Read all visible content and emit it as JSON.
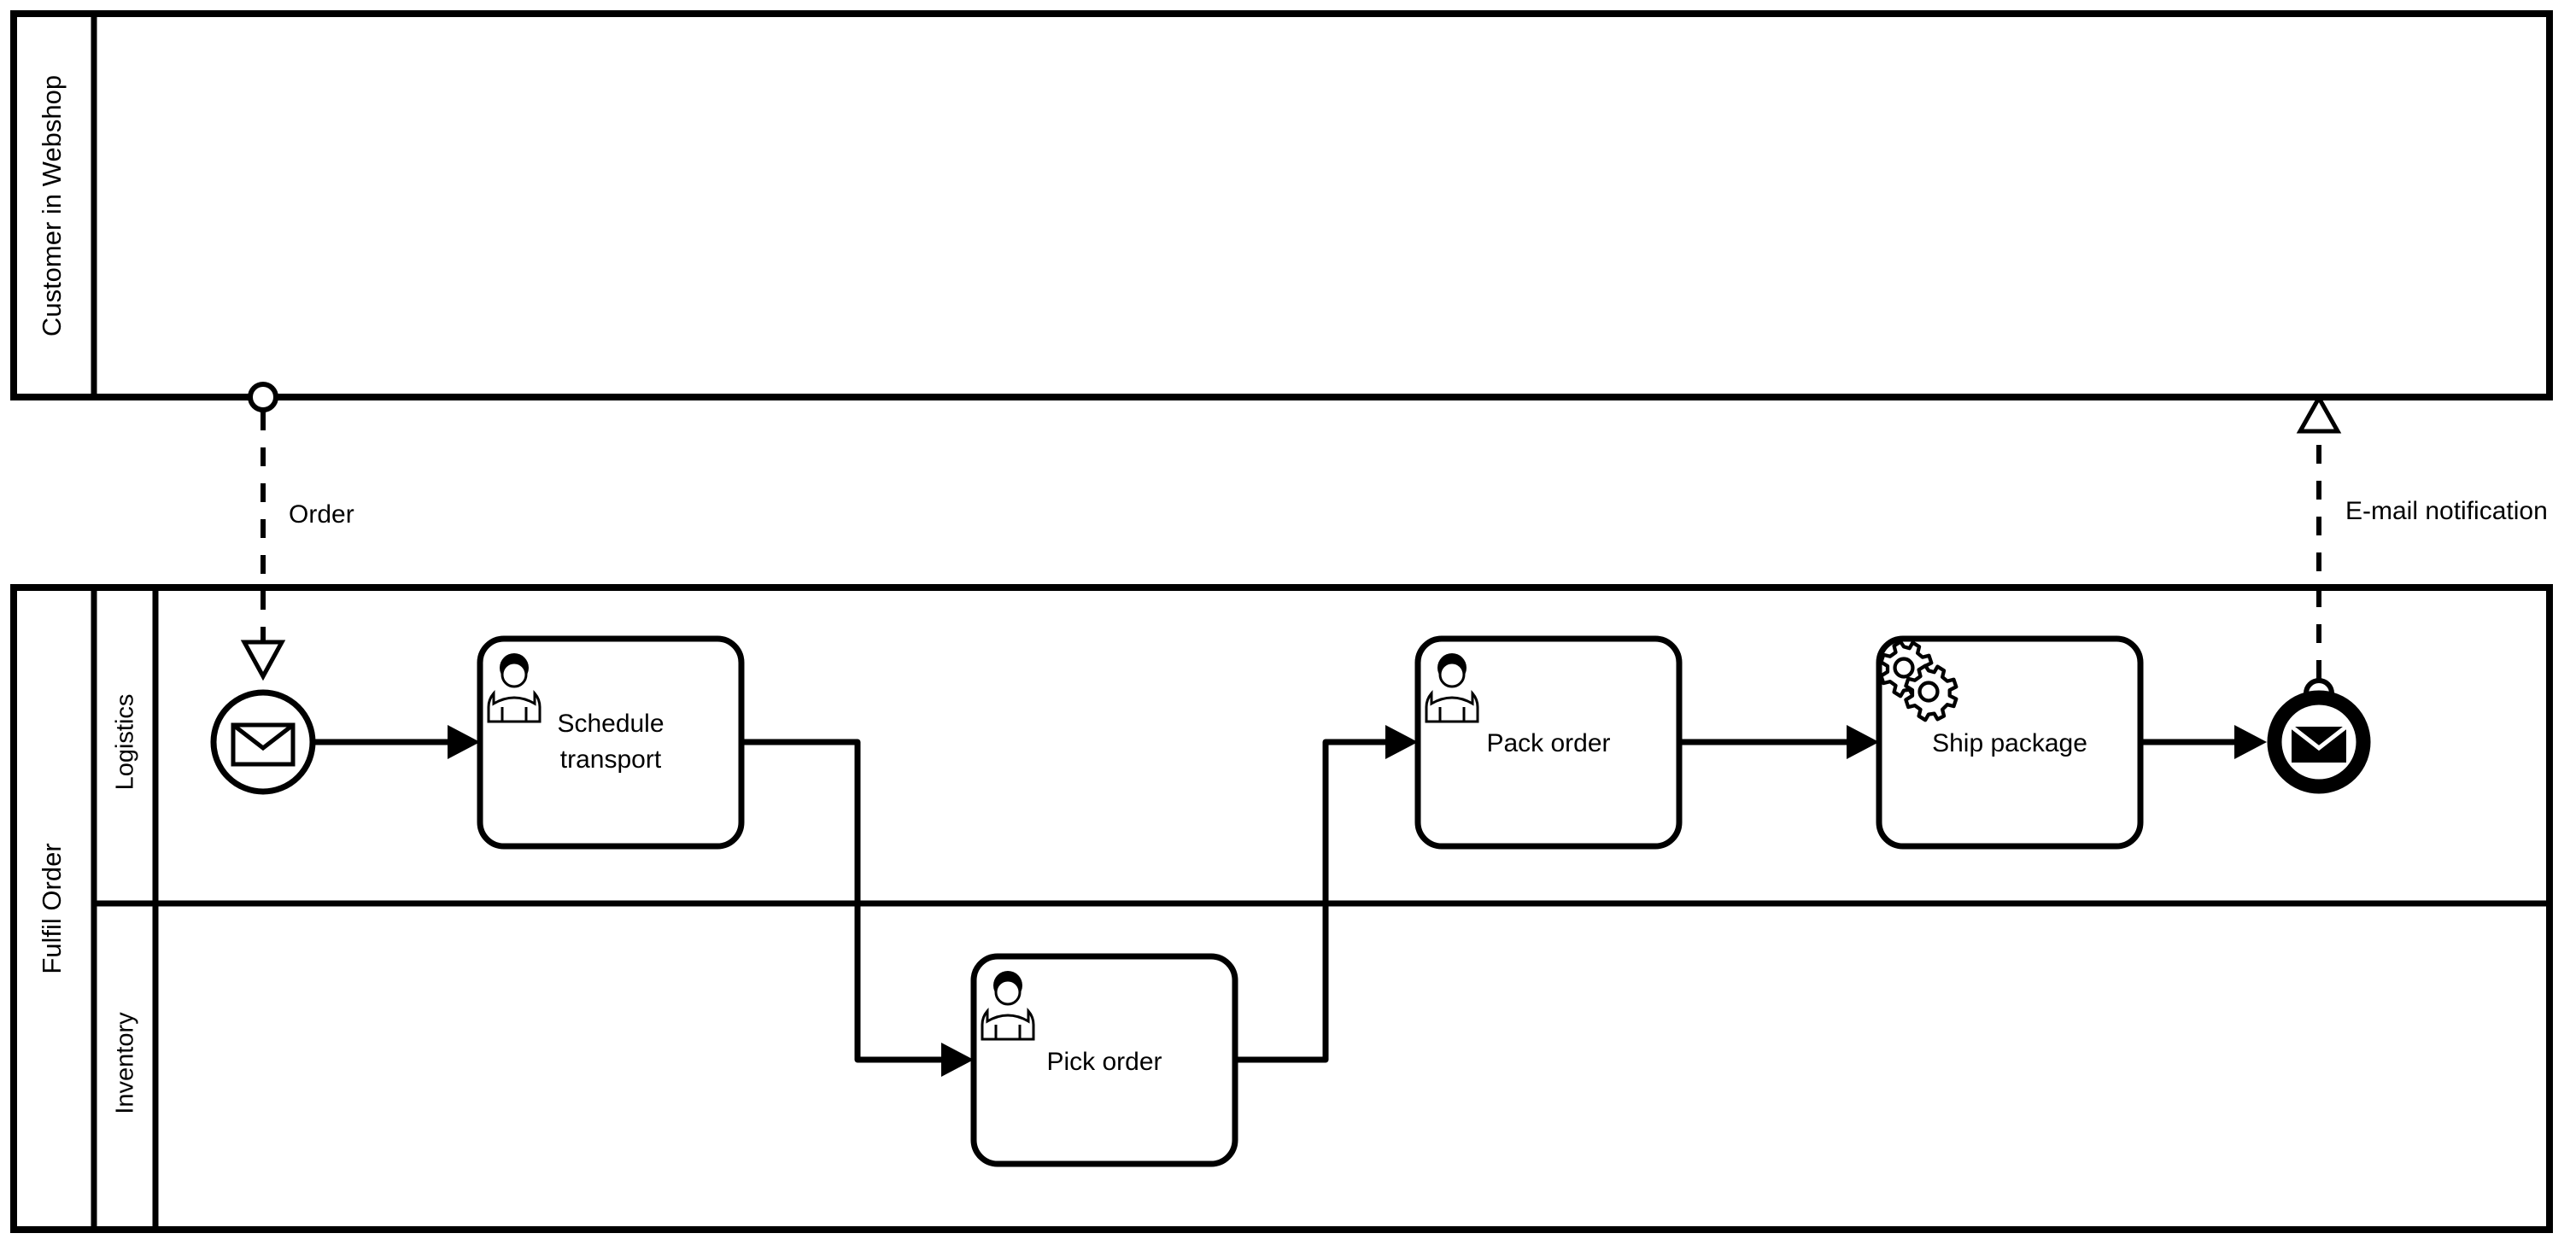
{
  "diagram": {
    "type": "bpmn-collaboration-diagram",
    "title": "Fulfil Order"
  },
  "pools": [
    {
      "id": "customer",
      "label": "Customer in Webshop",
      "lanes": []
    },
    {
      "id": "fulfil-order",
      "label": "Fulfil Order",
      "lanes": [
        {
          "id": "logistics",
          "label": "Logistics"
        },
        {
          "id": "inventory",
          "label": "Inventory"
        }
      ]
    }
  ],
  "events": [
    {
      "id": "start-order-received",
      "kind": "message-start-event",
      "icon": "envelope-outline-icon",
      "lane": "logistics",
      "label": ""
    },
    {
      "id": "end-order-shipped",
      "kind": "message-end-event",
      "icon": "envelope-filled-icon",
      "lane": "logistics",
      "label": ""
    }
  ],
  "tasks": [
    {
      "id": "schedule-transport",
      "label": "Schedule transport",
      "line1": "Schedule",
      "line2": "transport",
      "type": "user-task",
      "icon": "user-icon",
      "lane": "logistics"
    },
    {
      "id": "pick-order",
      "label": "Pick order",
      "line1": "Pick order",
      "line2": "",
      "type": "user-task",
      "icon": "user-icon",
      "lane": "inventory"
    },
    {
      "id": "pack-order",
      "label": "Pack order",
      "line1": "Pack order",
      "line2": "",
      "type": "user-task",
      "icon": "user-icon",
      "lane": "logistics"
    },
    {
      "id": "ship-package",
      "label": "Ship package",
      "line1": "Ship package",
      "line2": "",
      "type": "service-task",
      "icon": "gears-icon",
      "lane": "logistics"
    }
  ],
  "message_flows": [
    {
      "id": "order-message",
      "label": "Order",
      "from": "customer",
      "to": "start-order-received",
      "direction": "down"
    },
    {
      "id": "email-notification-message",
      "label": "E-mail notification",
      "from": "end-order-shipped",
      "to": "customer",
      "direction": "up"
    }
  ],
  "sequence_flows": [
    {
      "id": "flow-start-to-schedule",
      "from": "start-order-received",
      "to": "schedule-transport"
    },
    {
      "id": "flow-schedule-to-pick",
      "from": "schedule-transport",
      "to": "pick-order"
    },
    {
      "id": "flow-pick-to-pack",
      "from": "pick-order",
      "to": "pack-order"
    },
    {
      "id": "flow-pack-to-ship",
      "from": "pack-order",
      "to": "ship-package"
    },
    {
      "id": "flow-ship-to-end",
      "from": "ship-package",
      "to": "end-order-shipped"
    }
  ],
  "colors": {
    "stroke": "#000000",
    "fill": "#ffffff"
  }
}
